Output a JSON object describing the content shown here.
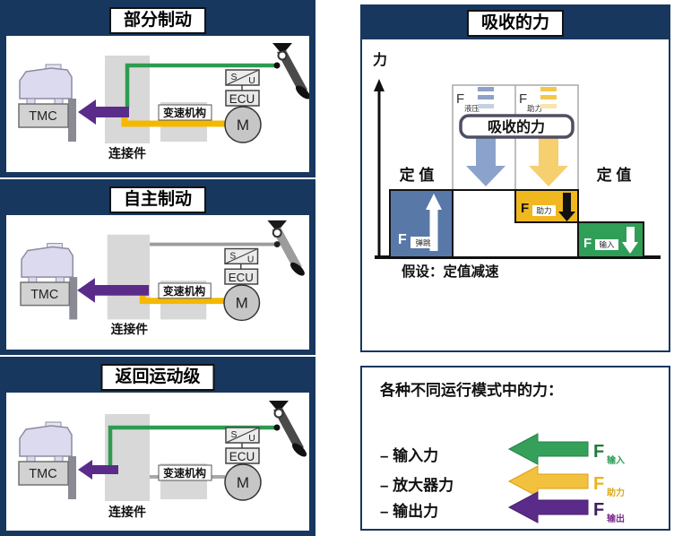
{
  "colors": {
    "navy": "#17375e",
    "green": "#2e9b50",
    "yellow": "#f5b800",
    "purple": "#5b2b8a",
    "steel_blue": "#5878a8",
    "light_blue_arrow": "#8ba3cc",
    "light_yellow_arrow": "#f6cf6e",
    "box_green": "#2f9e57",
    "box_yellow": "#f0b81e",
    "gray_block": "#d8d8d8"
  },
  "left_panels": [
    {
      "title": "部分制动"
    },
    {
      "title": "自主制动"
    },
    {
      "title": "返回运动级"
    }
  ],
  "component_labels": {
    "tmc": "TMC",
    "ecu": "ECU",
    "motor": "M",
    "sensor_s": "S",
    "sensor_u": "U",
    "gearbox": "变速机构",
    "connector": "连接件"
  },
  "absorbed_panel": {
    "title": "吸收的力",
    "axis_label": "力",
    "hydraulic_f": "F",
    "hydraulic_sub": "液压",
    "boost_band_f": "F",
    "boost_band_sub": "助力",
    "center_label": "吸收的力",
    "const_left": "定 值",
    "const_right": "定 值",
    "jumpin_f": "F",
    "jumpin_sub": "弹跳",
    "boost_box_f": "F",
    "boost_box_sub": "助力",
    "input_f": "F",
    "input_sub": "输入",
    "assumption": "假设：定值减速"
  },
  "legend_panel": {
    "heading": "各种不同运行模式中的力：",
    "items": [
      {
        "label": "–  输入力",
        "f": "F",
        "sub": "输入"
      },
      {
        "label": "–  放大器力",
        "f": "F",
        "sub": "助力"
      },
      {
        "label": "–  输出力",
        "f": "F",
        "sub": "输出"
      }
    ]
  }
}
